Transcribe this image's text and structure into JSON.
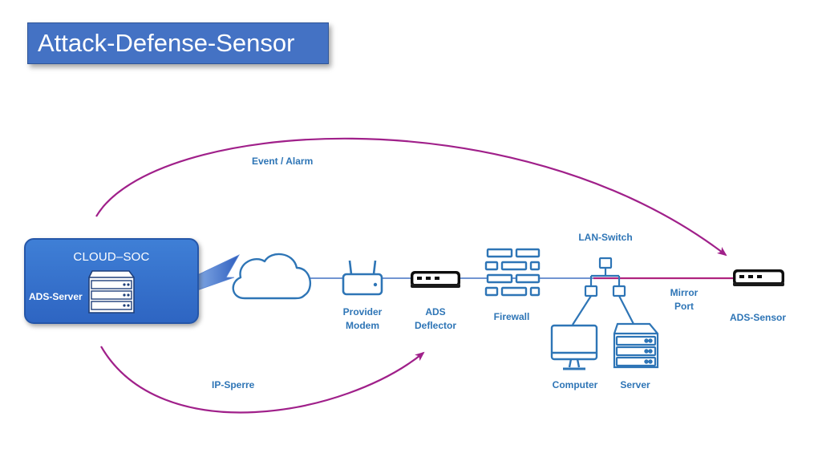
{
  "title": "Attack-Defense-Sensor",
  "soc": {
    "title": "CLOUD–SOC",
    "server_label": "ADS-Server"
  },
  "labels": {
    "event_alarm": "Event / Alarm",
    "ip_sperre": "IP-Sperre",
    "provider_modem_line1": "Provider",
    "provider_modem_line2": "Modem",
    "ads_deflector_line1": "ADS",
    "ads_deflector_line2": "Deflector",
    "firewall": "Firewall",
    "lan_switch": "LAN-Switch",
    "mirror_port_line1": "Mirror",
    "mirror_port_line2": "Port",
    "ads_sensor": "ADS-Sensor",
    "computer": "Computer",
    "server": "Server"
  },
  "colors": {
    "title_bg": "#4472c4",
    "accent_blue": "#2e75b6",
    "network_line": "#4472c4",
    "arrow_purple": "#a0208a",
    "mirror_line": "#b0247f",
    "soc_bg": "#2e65c2"
  },
  "icons": [
    "cloud-icon",
    "router-icon",
    "appliance-icon",
    "firewall-icon",
    "switch-icon",
    "computer-icon",
    "server-icon",
    "lightning-icon"
  ]
}
